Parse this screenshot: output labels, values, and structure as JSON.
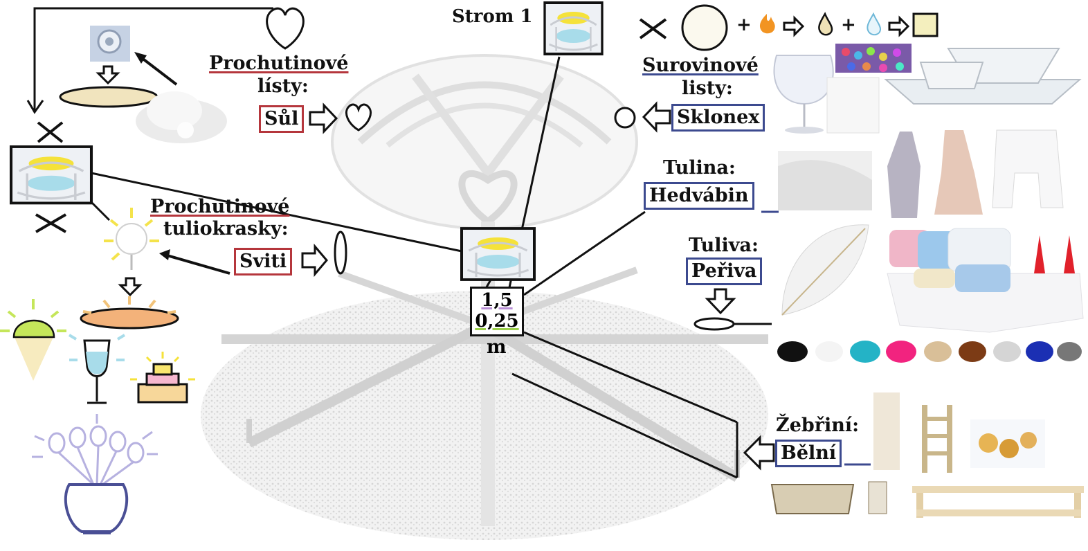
{
  "strom": {
    "title": "Strom 1"
  },
  "center": {
    "value1": "1,5",
    "value2": "0,25",
    "unit": "m"
  },
  "left": {
    "salt": {
      "category_line1": "Prochutinové",
      "category_line2": "lísty:",
      "name": "Sůl"
    },
    "sviti": {
      "category_line1": "Prochutinové",
      "category_line2": "tuliokrasky:",
      "name": "Sviti"
    }
  },
  "right": {
    "sklonex": {
      "category_line1": "Surovinové",
      "category_line2": "listy:",
      "name": "Sklonex"
    },
    "hedvabin": {
      "category": "Tulina:",
      "name": "Hedvábin"
    },
    "periva": {
      "category": "Tuliva:",
      "name": "Peřiva"
    },
    "belni": {
      "category": "Žebřiní:",
      "name": "Bělní"
    }
  },
  "recipe": {
    "plus1": "+",
    "plus2": "+"
  },
  "colors": {
    "red_frame": "#b5363c",
    "blue_frame": "#3c4a8f",
    "yellow": "#f5e23a",
    "cyan": "#a8dcea",
    "fire": "#f29422"
  }
}
